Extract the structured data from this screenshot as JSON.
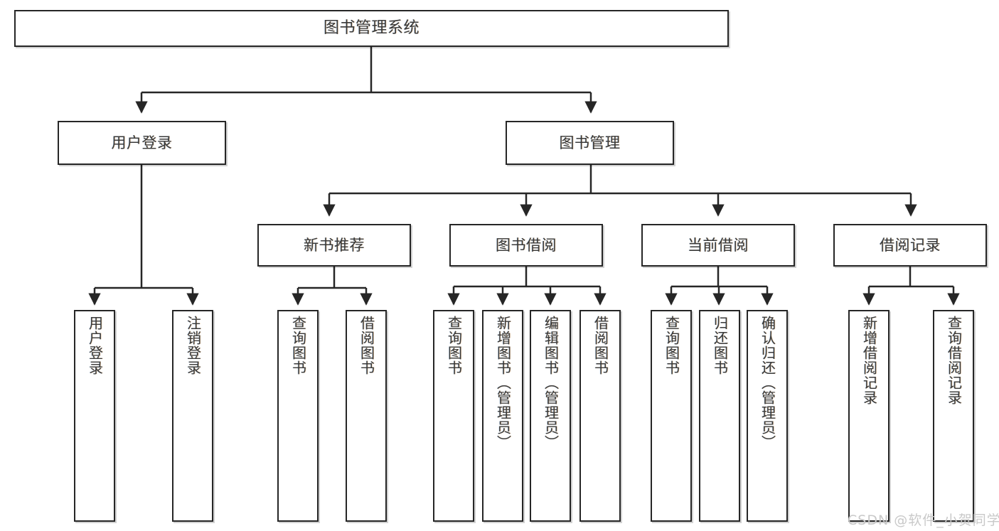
{
  "diagram": {
    "title": "图书管理系统",
    "watermark": "CSDN @软件_小贺同学",
    "line_color": "#262626",
    "box_fill": "#ffffff",
    "text_color": "#3a3a3a",
    "nodes": {
      "root": {
        "label": "图书管理系统"
      },
      "level2": [
        {
          "label": "用户登录"
        },
        {
          "label": "图书管理"
        }
      ],
      "level3": [
        {
          "label": "新书推荐"
        },
        {
          "label": "图书借阅"
        },
        {
          "label": "当前借阅"
        },
        {
          "label": "借阅记录"
        }
      ],
      "leaves": {
        "user_login": [
          {
            "label": "用户登录"
          },
          {
            "label": "注销登录"
          }
        ],
        "new_book": [
          {
            "label": "查询图书"
          },
          {
            "label": "借阅图书"
          }
        ],
        "book_borrow": [
          {
            "label": "查询图书"
          },
          {
            "label": "新增图书（管理员）"
          },
          {
            "label": "编辑图书（管理员）"
          },
          {
            "label": "借阅图书"
          }
        ],
        "current_borrow": [
          {
            "label": "查询图书"
          },
          {
            "label": "归还图书"
          },
          {
            "label": "确认归还（管理员）"
          }
        ],
        "borrow_record": [
          {
            "label": "新增借阅记录"
          },
          {
            "label": "查询借阅记录"
          }
        ]
      }
    }
  }
}
